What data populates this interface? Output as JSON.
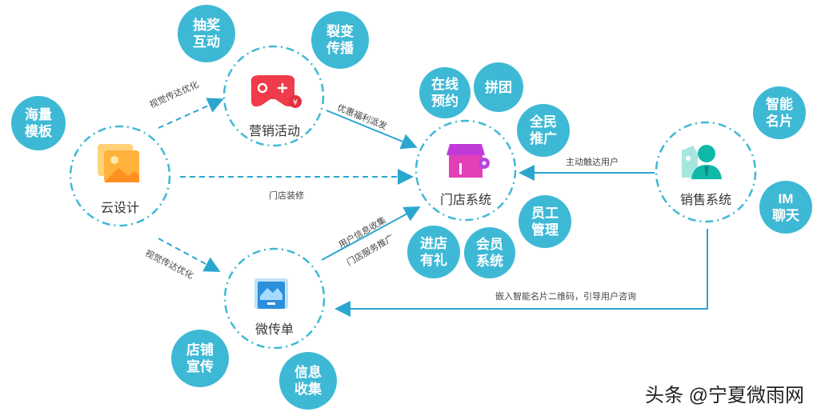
{
  "nodes": {
    "cloud_design": "云设计",
    "marketing": "营销活动",
    "store": "门店系统",
    "flyer": "微传单",
    "sales": "销售系统"
  },
  "features": {
    "haiyang": "海量\n模板",
    "choujiang": "抽奖\n互动",
    "liebian": "裂变\n传播",
    "zaixian": "在线\n预约",
    "pintuan": "拼团",
    "quanmin": "全民\n推广",
    "yuangong": "员工\n管理",
    "huiyuan": "会员\n系统",
    "jindian": "进店\n有礼",
    "dianpu": "店铺\n宣传",
    "xinxi": "信息\n收集",
    "mingpian": "智能\n名片",
    "im": "IM\n聊天"
  },
  "edges": {
    "design_to_marketing": "视觉传达优化",
    "marketing_to_store": "优惠福利派发",
    "design_to_store": "门店装修",
    "design_to_flyer": "视觉传达优化",
    "flyer_to_store_1": "用户信息收集",
    "flyer_to_store_2": "门店服务推广",
    "sales_to_store": "主动触达用户",
    "sales_to_flyer": "嵌入智能名片二维码，引导用户咨询"
  },
  "watermark": "头条 @宁夏微雨网",
  "colors": {
    "accent": "#3eb9d5",
    "arrow": "#2ba6cf"
  }
}
